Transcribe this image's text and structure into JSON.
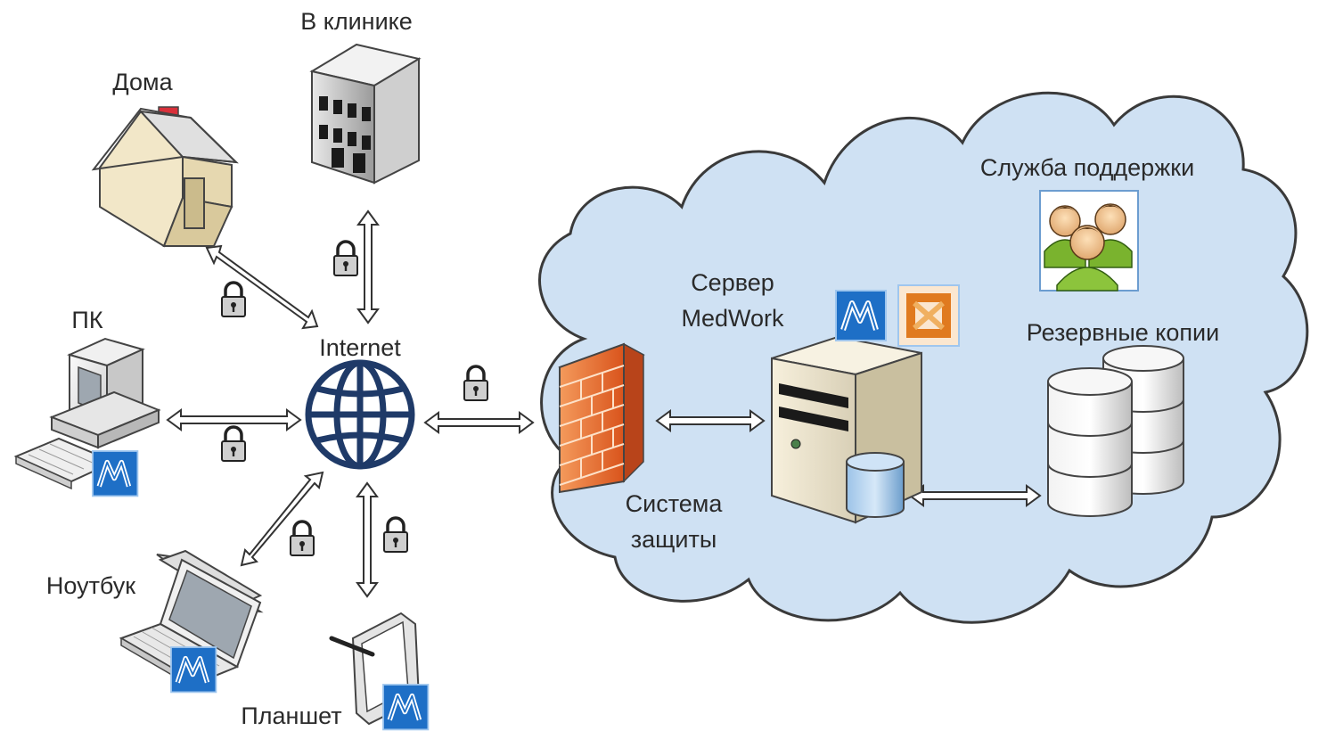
{
  "nodes": {
    "clinic": "В клинике",
    "home": "Дома",
    "pc": "ПК",
    "internet": "Internet",
    "laptop": "Ноутбук",
    "tablet": "Планшет",
    "server_line1": "Сервер",
    "server_line2": "MedWork",
    "security_line1": "Система",
    "security_line2": "защиты",
    "support": "Служба поддержки",
    "backups": "Резервные копии"
  },
  "colors": {
    "cloud_fill": "#cfe1f3",
    "cloud_stroke": "#3a3a3a",
    "globe": "#1f3a68",
    "firewall": "#e9692c",
    "medwork_blue": "#1e6fc6",
    "arrow_stroke": "#333333"
  },
  "icons": [
    "home-icon",
    "clinic-building-icon",
    "pc-icon",
    "globe-icon",
    "laptop-icon",
    "tablet-icon",
    "firewall-icon",
    "server-icon",
    "database-icon",
    "support-team-icon",
    "backup-storage-icon",
    "padlock-icon",
    "medwork-logo-icon",
    "office-logo-icon"
  ]
}
